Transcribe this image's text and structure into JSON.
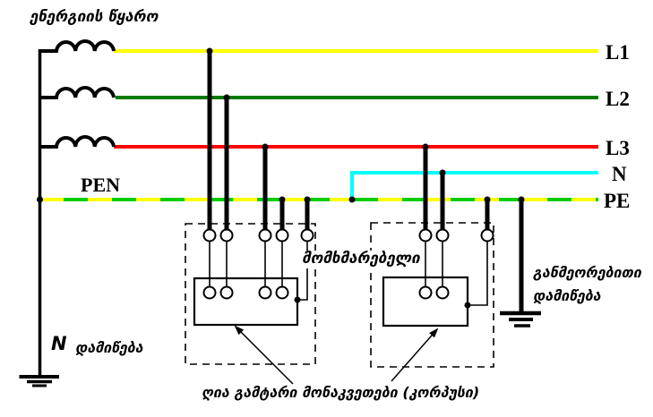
{
  "diagram": {
    "title": "ენერგიის წყარო",
    "pen_label": "PEN",
    "bus_labels": {
      "l1": "L1",
      "l2": "L2",
      "l3": "L3",
      "n": "N",
      "pe": "PE"
    },
    "consumer_label": "მომხმარებელი",
    "repeated_grounding_label": "განმეორებითი\nდამიწება",
    "n_grounding": {
      "symbol": "N",
      "label": "დამიწება"
    },
    "exposed_parts_label": "ღია გამტარი მონაკვეთები (კორპუსი)",
    "colors": {
      "l1_yellow": "#FFFF00",
      "l2_green": "#007B00",
      "l3_red": "#FF0000",
      "n_cyan": "#00FFFF",
      "pe_yellow": "#FFFF00",
      "pe_green": "#00CC00",
      "conductor_black": "#000000"
    }
  }
}
